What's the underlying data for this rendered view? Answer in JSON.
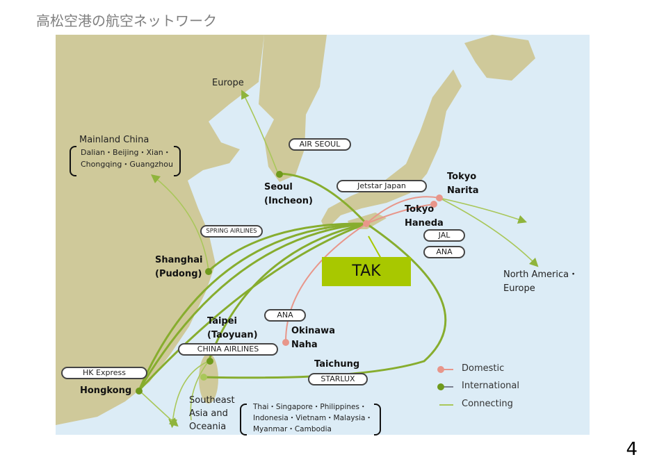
{
  "title": "高松空港の航空ネットワーク",
  "page_number": "4",
  "colors": {
    "sea": "#dcecf6",
    "land": "#cfc99a",
    "domestic": "#e8968a",
    "international": "#6f9a1c",
    "connecting": "#a9c75a",
    "tak": "#a8c800"
  },
  "hub": "TAK",
  "cities": {
    "seoul": "Seoul\n(Incheon)",
    "shanghai": "Shanghai\n(Pudong)",
    "taipei": "Taipei\n(Taoyuan)",
    "hongkong": "Hongkong",
    "taichung": "Taichung",
    "okinawa": "Okinawa\nNaha",
    "narita": "Tokyo\nNarita",
    "haneda": "Tokyo\nHaneda"
  },
  "destinations": {
    "europe": "Europe",
    "mainland_china": "Mainland China",
    "mainland_china_cities": [
      "Dalian・Beijing・Xian・",
      "Chongqing・Guangzhou"
    ],
    "sea_oceania": "Southeast\nAsia and\nOceania",
    "sea_cities": [
      "Thai・Singapore・Philippines・",
      "Indonesia・Vietnam・Malaysia・",
      "Myanmar・Cambodia"
    ],
    "north_america": "North America・\nEurope"
  },
  "airlines": {
    "air_seoul": "AIR SEOUL",
    "jetstar": "Jetstar Japan",
    "spring": "SPRING AIRLINES",
    "jal": "JAL",
    "ana1": "ANA",
    "ana2": "ANA",
    "china_airlines": "CHINA AIRLINES",
    "hk_express": "HK Express",
    "starlux": "STARLUX"
  },
  "legend": {
    "domestic": "Domestic",
    "international": "International",
    "connecting": "Connecting"
  }
}
